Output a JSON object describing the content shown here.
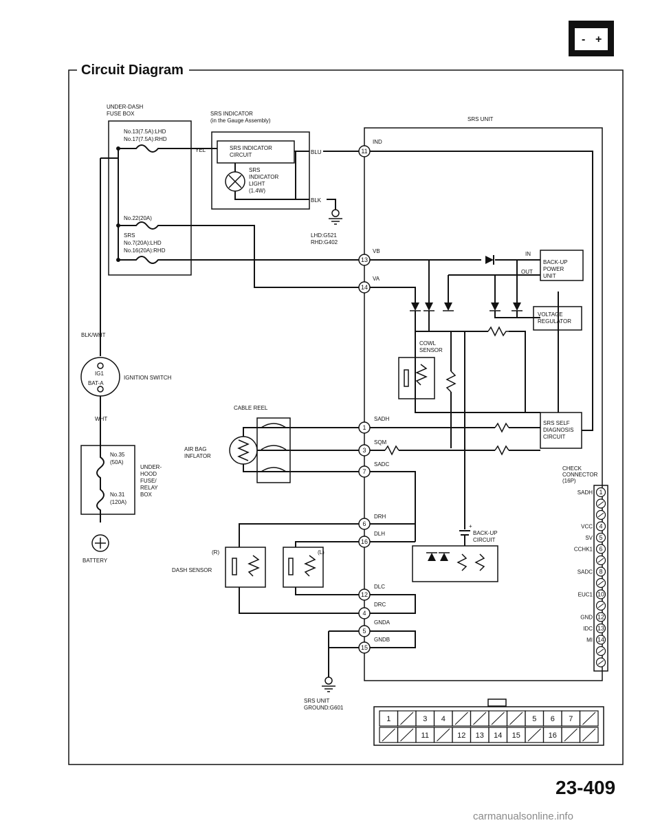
{
  "title": "Circuit Diagram",
  "page_number": "23-409",
  "watermark": "carmanualsonline.info",
  "battery_icon": {
    "minus": "-",
    "plus": "+"
  },
  "fuse_box": {
    "title_line1": "UNDER-DASH",
    "title_line2": "FUSE BOX",
    "fuse1_line1": "No.13(7.5A):LHD",
    "fuse1_line2": "No.17(7.5A):RHD",
    "fuse2": "No.22(20A)",
    "fuse3_line1": "SRS",
    "fuse3_line2": "No.7(20A):LHD",
    "fuse3_line3": "No.16(20A):RHD"
  },
  "indicator": {
    "title_line1": "SRS INDICATOR",
    "title_line2": "(in the Gauge Assembly)",
    "circuit_line1": "SRS INDICATOR",
    "circuit_line2": "CIRCUIT",
    "light_line1": "SRS",
    "light_line2": "INDICATOR",
    "light_line3": "LIGHT",
    "light_line4": "(1.4W)",
    "ground_line1": "LHD:G521",
    "ground_line2": "RHD:G402"
  },
  "wires": {
    "yel": "YEL",
    "blu": "BLU",
    "blk": "BLK",
    "blk_wht": "BLK/WHT",
    "wht": "WHT"
  },
  "srs_unit": {
    "title": "SRS UNIT",
    "terminals": [
      {
        "pin": "11",
        "name": "IND"
      },
      {
        "pin": "13",
        "name": "VB"
      },
      {
        "pin": "14",
        "name": "VA"
      },
      {
        "pin": "1",
        "name": "SADH"
      },
      {
        "pin": "3",
        "name": "SQM"
      },
      {
        "pin": "7",
        "name": "SADC"
      },
      {
        "pin": "6",
        "name": "DRH"
      },
      {
        "pin": "16",
        "name": "DLH"
      },
      {
        "pin": "12",
        "name": "DLC"
      },
      {
        "pin": "4",
        "name": "DRC"
      },
      {
        "pin": "5",
        "name": "GNDA"
      },
      {
        "pin": "15",
        "name": "GNDB"
      }
    ],
    "backup_power": {
      "line1": "BACK-UP",
      "line2": "POWER",
      "line3": "UNIT",
      "in": "IN",
      "out": "OUT"
    },
    "voltage_regulator": {
      "line1": "VOLTAGE",
      "line2": "REGULATOR"
    },
    "cowl_sensor": {
      "line1": "COWL",
      "line2": "SENSOR"
    },
    "self_diag": {
      "line1": "SRS SELF",
      "line2": "DIAGNOSIS",
      "line3": "CIRCUIT"
    },
    "backup_circuit": {
      "line1": "BACK-UP",
      "line2": "CIRCUIT",
      "plus": "+"
    },
    "ground_line1": "SRS UNIT",
    "ground_line2": "GROUND:G601"
  },
  "ignition": {
    "label": "IGNITION SWITCH",
    "ig1": "IG1",
    "bat": "BAT-A"
  },
  "underhood": {
    "fuse1_line1": "No.35",
    "fuse1_line2": "(50A)",
    "fuse2_line1": "No.31",
    "fuse2_line2": "(120A)",
    "box_line1": "UNDER-",
    "box_line2": "HOOD",
    "box_line3": "FUSE/",
    "box_line4": "RELAY",
    "box_line5": "BOX"
  },
  "battery_label": "BATTERY",
  "cable_reel": "CABLE REEL",
  "airbag": {
    "line1": "AIR BAG",
    "line2": "INFLATOR"
  },
  "dash_sensor": {
    "label": "DASH SENSOR",
    "right": "(R)",
    "left": "(L)"
  },
  "check_connector": {
    "title_line1": "CHECK",
    "title_line2": "CONNECTOR",
    "title_line3": "(16P)",
    "pins": [
      {
        "name": "SADH",
        "num": "1"
      },
      {
        "name": "",
        "num": ""
      },
      {
        "name": "",
        "num": ""
      },
      {
        "name": "VCC",
        "num": "4"
      },
      {
        "name": "SV",
        "num": "5"
      },
      {
        "name": "CCHK1",
        "num": "6"
      },
      {
        "name": "",
        "num": ""
      },
      {
        "name": "SADC",
        "num": "8"
      },
      {
        "name": "",
        "num": ""
      },
      {
        "name": "EUC1",
        "num": "10"
      },
      {
        "name": "",
        "num": ""
      },
      {
        "name": "GND",
        "num": "12"
      },
      {
        "name": "IDC",
        "num": "13"
      },
      {
        "name": "MI",
        "num": "14"
      },
      {
        "name": "",
        "num": ""
      },
      {
        "name": "",
        "num": ""
      }
    ]
  },
  "connector_grid": {
    "row1": [
      "1",
      "",
      "3",
      "4",
      "",
      "",
      "",
      "",
      "5",
      "6",
      "7",
      ""
    ],
    "row2": [
      "",
      "",
      "11",
      "",
      "12",
      "13",
      "14",
      "15",
      "",
      "16",
      "",
      ""
    ]
  }
}
